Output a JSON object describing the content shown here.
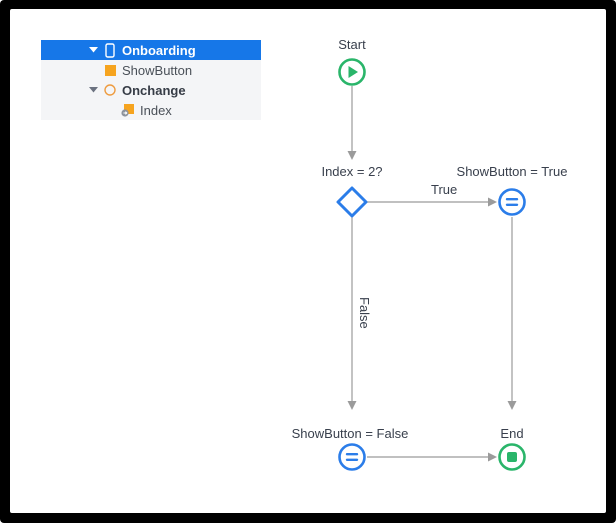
{
  "tree": {
    "items": [
      {
        "label": "Onboarding",
        "type": "page",
        "selected": true
      },
      {
        "label": "ShowButton",
        "type": "attribute"
      },
      {
        "label": "Onchange",
        "type": "event"
      },
      {
        "label": "Index",
        "type": "variable"
      }
    ]
  },
  "flow": {
    "nodes": [
      {
        "id": "start",
        "type": "start-event",
        "label": "Start"
      },
      {
        "id": "decision",
        "type": "decision",
        "label": "Index = 2?"
      },
      {
        "id": "set-true",
        "type": "change-variable",
        "label": "ShowButton = True"
      },
      {
        "id": "set-false",
        "type": "change-variable",
        "label": "ShowButton = False"
      },
      {
        "id": "end",
        "type": "end-event",
        "label": "End"
      }
    ],
    "edges": [
      {
        "from": "start",
        "to": "decision",
        "label": ""
      },
      {
        "from": "decision",
        "to": "set-true",
        "label": "True"
      },
      {
        "from": "decision",
        "to": "set-false",
        "label": "False"
      },
      {
        "from": "set-true",
        "to": "end",
        "label": ""
      },
      {
        "from": "set-false",
        "to": "end",
        "label": ""
      }
    ]
  },
  "colors": {
    "selection_blue": "#1677e8",
    "flow_blue": "#2b7de9",
    "flow_green": "#2ab56a",
    "icon_orange": "#f6a41f",
    "edge_gray": "#9b9b9b",
    "panel_bg": "#f4f5f7"
  }
}
